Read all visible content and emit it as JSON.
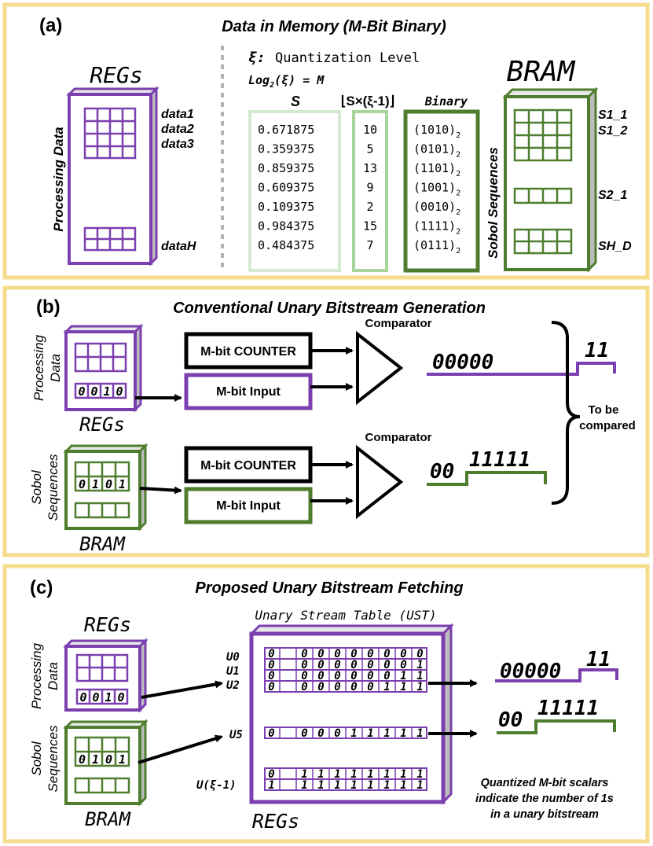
{
  "colors": {
    "panel_border": "#f5dc8c",
    "purple": "#7b3fb0",
    "green": "#4e7d2e",
    "light_green": "#b8d9a8",
    "mid_green": "#8cc27a",
    "black": "#000000",
    "gray": "#b3b3b3"
  },
  "panel_a": {
    "tag": "(a)",
    "title": "Data in Memory (M-Bit Binary)",
    "regs_title": "REGs",
    "regs_side": "Processing Data",
    "regs_rows": [
      "data1",
      "data2",
      "data3",
      "dataH"
    ],
    "quant_sym": "ξ:",
    "quant_label": "Quantization Level",
    "log_eq_a": "Log",
    "log_eq_sub": "2",
    "log_eq_b": "(ξ) = M",
    "col_s": "S",
    "col_floor": "⌊S×(ξ-1)⌋",
    "col_binary": "Binary",
    "s_values": [
      "0.671875",
      "0.359375",
      "0.859375",
      "0.609375",
      "0.109375",
      "0.984375",
      "0.484375"
    ],
    "floor_values": [
      "10",
      "5",
      "13",
      "9",
      "2",
      "15",
      "7"
    ],
    "binary_values": [
      "(1010)",
      "(0101)",
      "(1101)",
      "(1001)",
      "(0010)",
      "(1111)",
      "(0111)"
    ],
    "binary_sub": "2",
    "bram_title": "BRAM",
    "bram_side": "Sobol Sequences",
    "bram_rows": [
      "S1_1",
      "S1_2",
      "S2_1",
      "SH_D"
    ]
  },
  "panel_b": {
    "tag": "(b)",
    "title": "Conventional Unary Bitstream Generation",
    "regs_side_1": "Processing",
    "regs_side_2": "Data",
    "regs_bits": [
      "0",
      "0",
      "1",
      "0"
    ],
    "regs_label": "REGs",
    "bram_side_1": "Sobol",
    "bram_side_2": "Sequences",
    "bram_bits": [
      "0",
      "1",
      "0",
      "1"
    ],
    "bram_label": "BRAM",
    "counter_label": "M-bit COUNTER",
    "input_label": "M-bit Input",
    "comparator_label": "Comparator",
    "wave_top_low": "00000",
    "wave_top_high": "11",
    "wave_bot_low": "00",
    "wave_bot_high": "11111",
    "brace_line1": "To be",
    "brace_line2": "compared"
  },
  "panel_c": {
    "tag": "(c)",
    "title": "Proposed Unary Bitstream Fetching",
    "regs_label": "REGs",
    "regs_side_1": "Processing",
    "regs_side_2": "Data",
    "regs_bits": [
      "0",
      "0",
      "1",
      "0"
    ],
    "bram_side_1": "Sobol",
    "bram_side_2": "Sequences",
    "bram_bits": [
      "0",
      "1",
      "0",
      "1"
    ],
    "bram_label": "BRAM",
    "ust_title": "Unary Stream Table (UST)",
    "ust_label": "REGs",
    "row_labels": [
      "U0",
      "U1",
      "U2",
      "U5",
      "U(ξ-1)"
    ],
    "ust_rows": [
      [
        "0",
        "",
        "0",
        "0",
        "0",
        "0",
        "0",
        "0",
        "0",
        "0"
      ],
      [
        "0",
        "",
        "0",
        "0",
        "0",
        "0",
        "0",
        "0",
        "0",
        "1"
      ],
      [
        "0",
        "",
        "0",
        "0",
        "0",
        "0",
        "0",
        "0",
        "1",
        "1"
      ],
      [
        "0",
        "",
        "0",
        "0",
        "0",
        "0",
        "0",
        "1",
        "1",
        "1"
      ],
      [
        "0",
        "",
        "0",
        "0",
        "0",
        "1",
        "1",
        "1",
        "1",
        "1"
      ],
      [
        "0",
        "",
        "1",
        "1",
        "1",
        "1",
        "1",
        "1",
        "1",
        "1"
      ],
      [
        "1",
        "",
        "1",
        "1",
        "1",
        "1",
        "1",
        "1",
        "1",
        "1"
      ]
    ],
    "wave_top_low": "00000",
    "wave_top_high": "11",
    "wave_bot_low": "00",
    "wave_bot_high": "11111",
    "note_1": "Quantized M-bit scalars",
    "note_2": "indicate the number of 1s",
    "note_3": "in a unary bitstream"
  }
}
